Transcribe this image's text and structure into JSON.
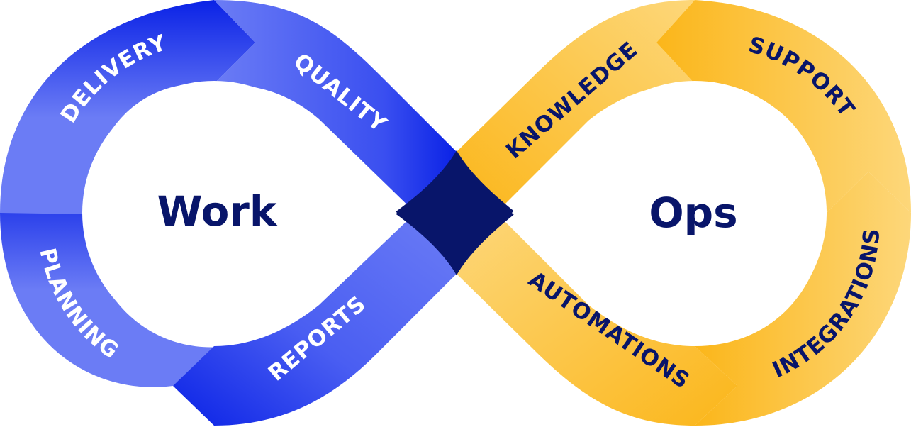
{
  "left_loop": {
    "title": "Work",
    "segments": [
      "DELIVERY",
      "QUALITY",
      "REPORTS",
      "PLANNING"
    ]
  },
  "right_loop": {
    "title": "Ops",
    "segments": [
      "KNOWLEDGE",
      "SUPPORT",
      "INTEGRATIONS",
      "AUTOMATIONS"
    ]
  },
  "colors": {
    "blue_dark": "#0a22e6",
    "blue_light": "#6b7cf5",
    "yellow_dark": "#fbb61a",
    "yellow_light": "#fdd77a",
    "navy": "#08156a",
    "white": "#ffffff"
  }
}
